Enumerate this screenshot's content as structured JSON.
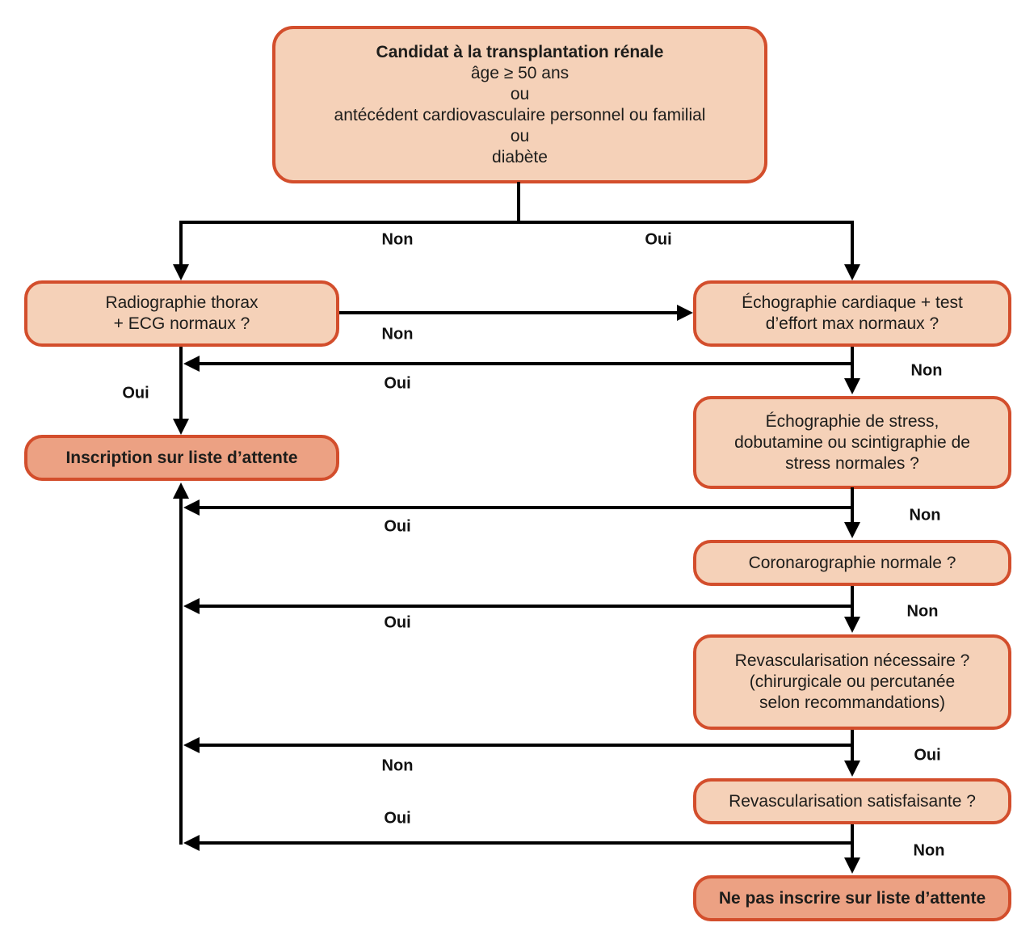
{
  "diagram": {
    "title_box": {
      "title": "Candidat à la transplantation rénale",
      "criteria": [
        "âge ≥ 50 ans",
        "ou",
        "antécédent cardiovasculaire personnel ou familial",
        "ou",
        "diabète"
      ]
    },
    "nodes": {
      "radiographie": {
        "lines": [
          "Radiographie thorax",
          "+ ECG normaux ?"
        ]
      },
      "echo_cardiaque": {
        "lines": [
          "Échographie cardiaque + test",
          "d’effort max normaux ?"
        ]
      },
      "echo_stress": {
        "lines": [
          "Échographie de stress,",
          "dobutamine ou scintigraphie de",
          "stress normales ?"
        ]
      },
      "coronarographie": {
        "lines": [
          "Coronarographie normale ?"
        ]
      },
      "revasc_necessaire": {
        "lines": [
          "Revascularisation nécessaire ?",
          "(chirurgicale ou percutanée",
          "selon recommandations)"
        ]
      },
      "revasc_satisfaisante": {
        "lines": [
          "Revascularisation satisfaisante ?"
        ]
      },
      "inscription": {
        "lines": [
          "Inscription sur liste d’attente"
        ]
      },
      "ne_pas_inscrire": {
        "lines": [
          "Ne pas inscrire sur liste d’attente"
        ]
      }
    },
    "edge_labels": {
      "branch_non": "Non",
      "branch_oui": "Oui",
      "radio_to_echo_non": "Non",
      "radio_down_oui": "Oui",
      "echo_cardiaque_return_oui": "Oui",
      "echo_cardiaque_down_non": "Non",
      "echo_stress_return_oui": "Oui",
      "echo_stress_down_non": "Non",
      "coro_return_oui": "Oui",
      "coro_down_non": "Non",
      "revasc_nec_return_non": "Non",
      "revasc_nec_down_oui": "Oui",
      "revasc_sat_return_oui": "Oui",
      "revasc_sat_down_non": "Non"
    },
    "colors": {
      "box_border": "#d34e2c",
      "box_fill_light": "#f5d1b8",
      "box_fill_dark": "#eca183",
      "line": "#000000",
      "text": "#1d1d1b"
    }
  }
}
